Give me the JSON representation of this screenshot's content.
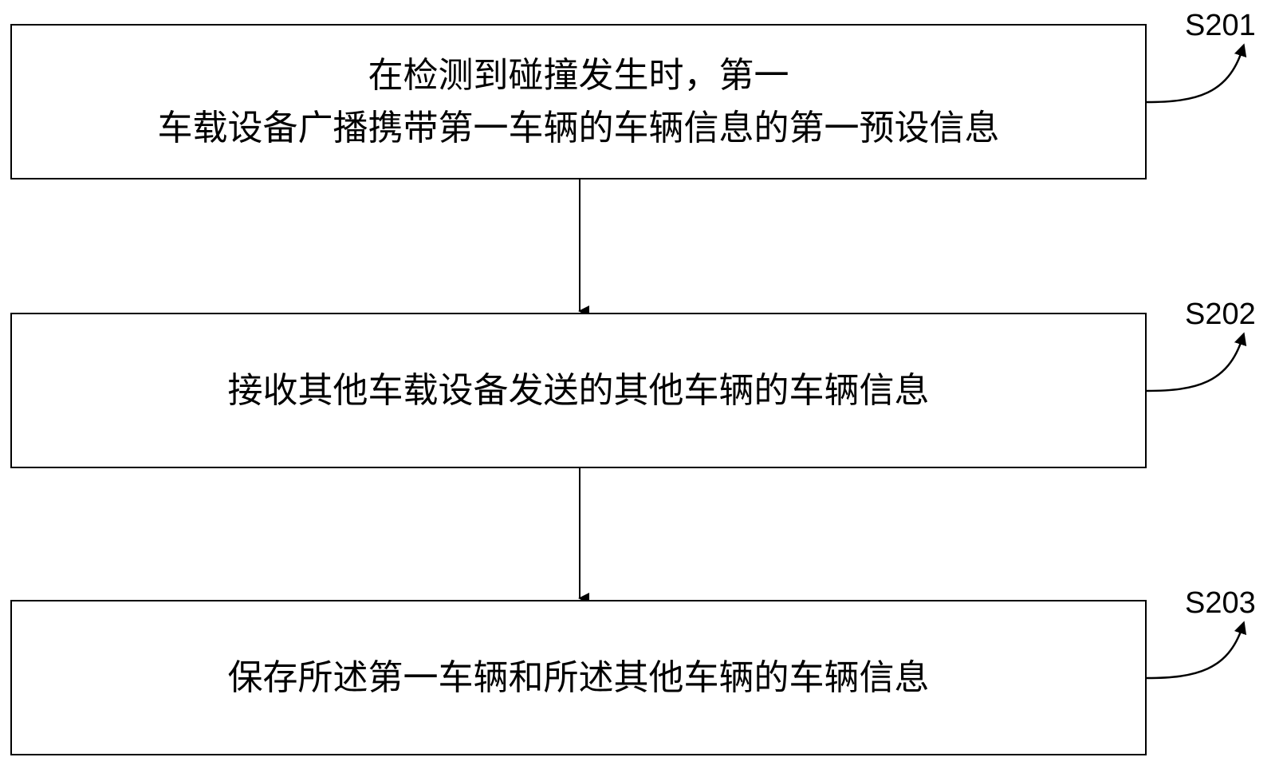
{
  "steps": [
    {
      "id": "S201",
      "label": "S201",
      "lines": [
        "在检测到碰撞发生时，第一",
        "车载设备广播携带第一车辆的车辆信息的第一预设信息"
      ]
    },
    {
      "id": "S202",
      "label": "S202",
      "lines": [
        "接收其他车载设备发送的其他车辆的车辆信息"
      ]
    },
    {
      "id": "S203",
      "label": "S203",
      "lines": [
        "保存所述第一车辆和所述其他车辆的车辆信息"
      ]
    }
  ]
}
